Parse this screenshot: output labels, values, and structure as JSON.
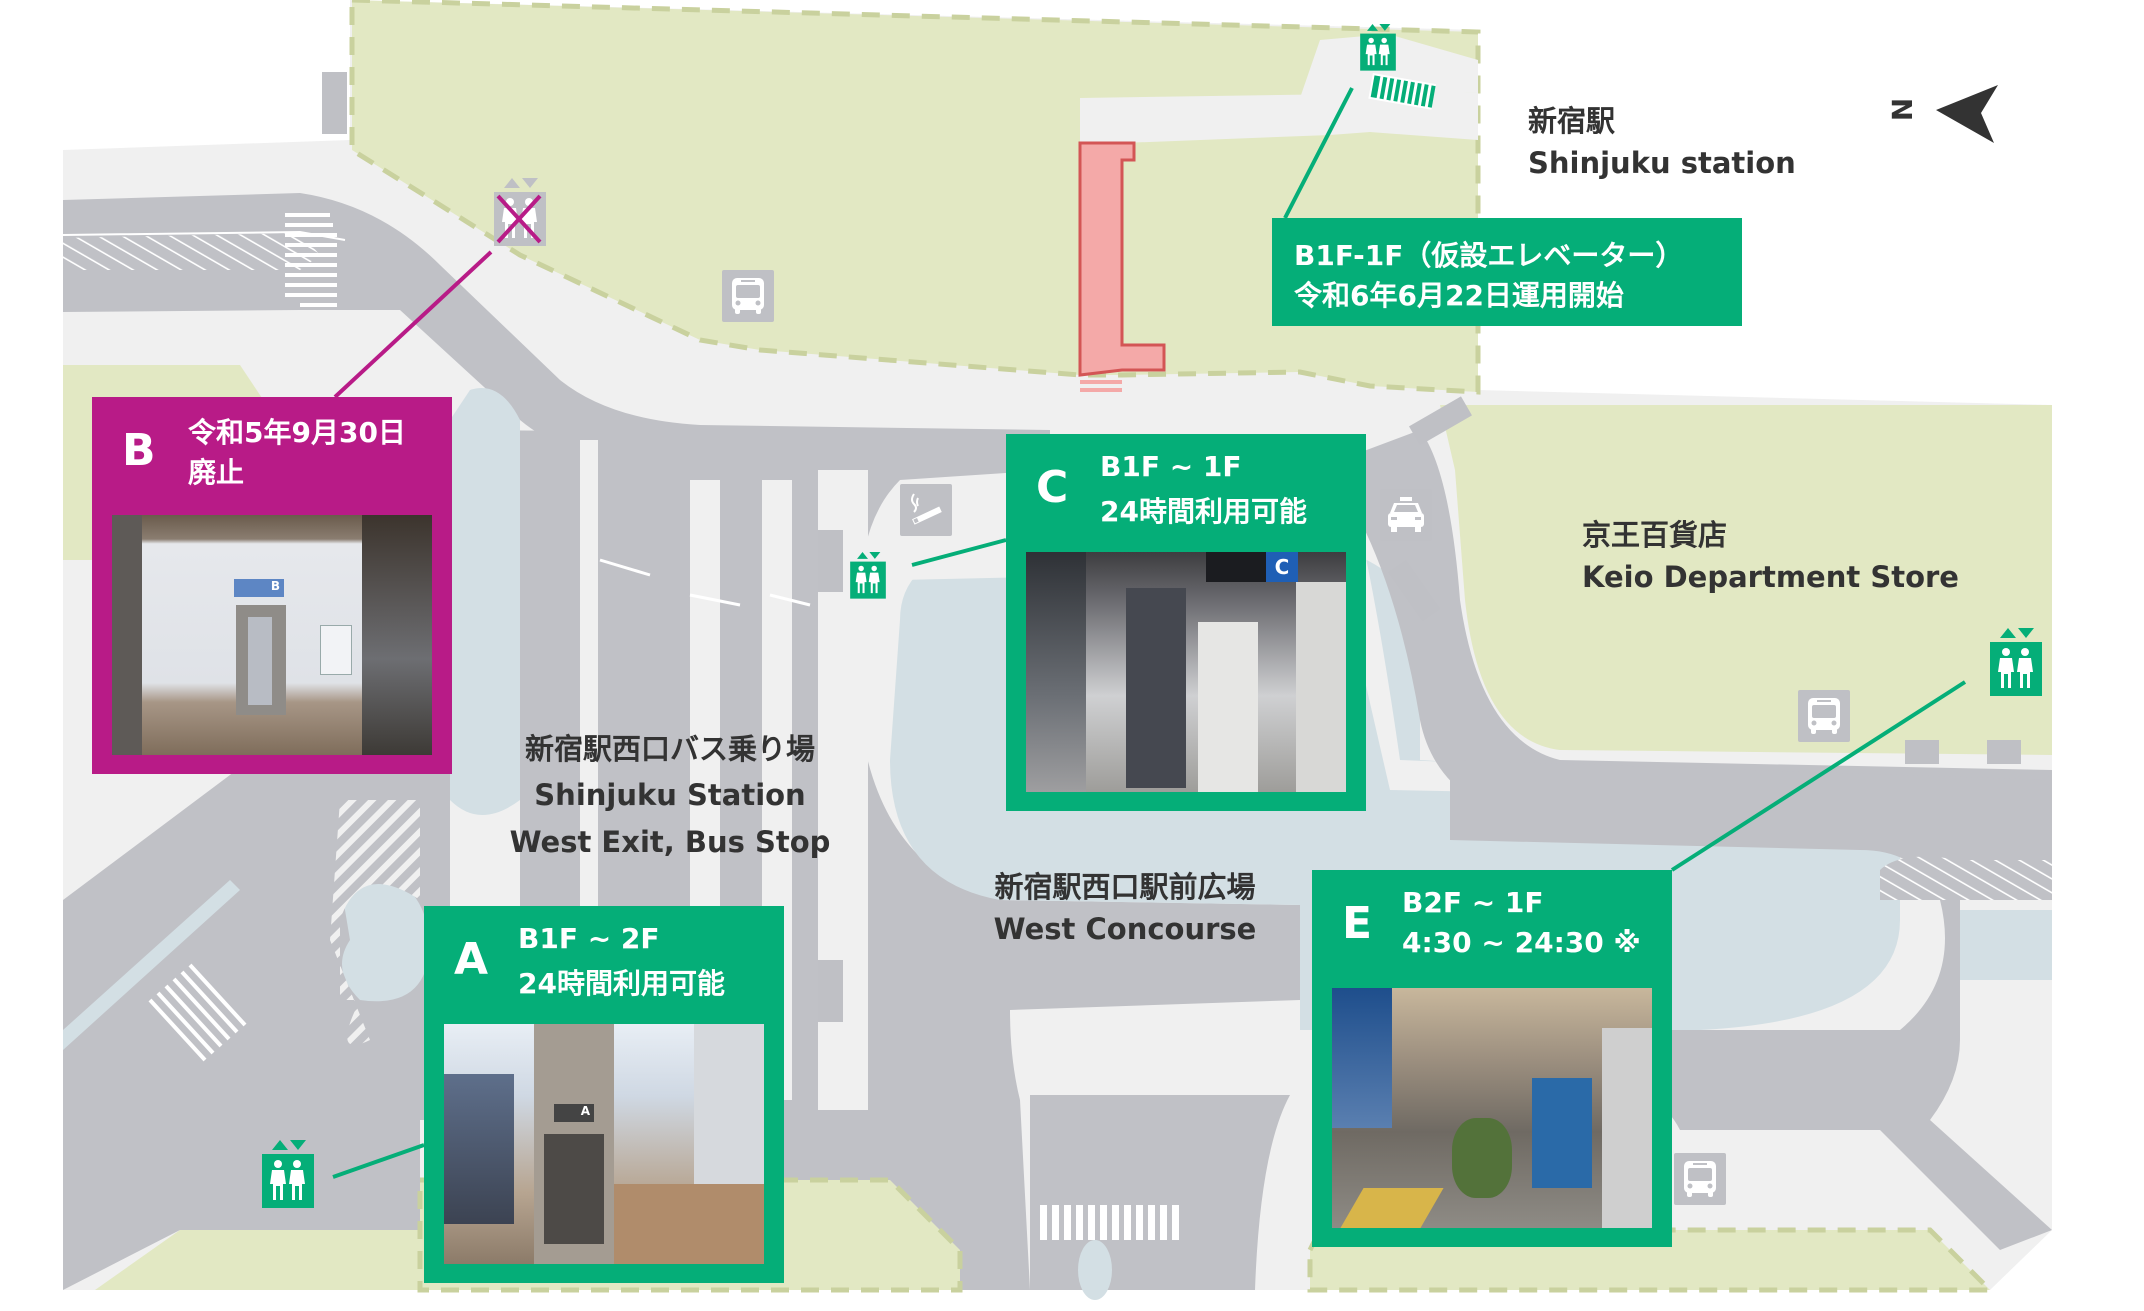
{
  "colors": {
    "green": "#05ae78",
    "magenta": "#b81b87",
    "park": "#e2e8c3",
    "road": "#c0c1c6",
    "sidewalk": "#f0f0f0",
    "plaza": "#d3dfe4",
    "icon_grey": "#bfc0c5",
    "closed_red": "#d35555",
    "closed_pink": "#f4a9a8",
    "text": "#333333"
  },
  "compass": {
    "letter": "N",
    "icon": "north-arrow-icon"
  },
  "places": {
    "station": {
      "ja": "新宿駅",
      "en": "Shinjuku station"
    },
    "bus_stop": {
      "ja": "新宿駅西口バス乗り場",
      "en1": "Shinjuku Station",
      "en2": "West Exit, Bus Stop"
    },
    "concourse": {
      "ja": "新宿駅西口駅前広場",
      "en": "West Concourse"
    },
    "keio": {
      "ja": "京王百貨店",
      "en": "Keio Department Store"
    }
  },
  "callouts": {
    "temp": {
      "line1": "B1F-1F（仮設エレベーター）",
      "line2": "令和6年6月22日運用開始"
    },
    "b": {
      "letter": "B",
      "line1": "令和5年9月30日",
      "line2": "廃止",
      "status": "closed"
    },
    "c": {
      "letter": "C",
      "line1": "B1F ~ 1F",
      "line2": "24時間利用可能"
    },
    "a": {
      "letter": "A",
      "line1": "B1F ~ 2F",
      "line2": "24時間利用可能"
    },
    "e": {
      "letter": "E",
      "line1": "B2F ~ 1F",
      "line2": "4:30 ~ 24:30 ※"
    }
  },
  "photos": {
    "b": {
      "sign": "B"
    },
    "c": {
      "sign": "C"
    },
    "a": {
      "sign": "A"
    }
  },
  "icons": {
    "elevator": "elevator-icon",
    "elevator_closed": "elevator-closed-icon",
    "bus": "bus-icon",
    "taxi": "taxi-icon",
    "smoking": "smoking-area-icon",
    "stairs": "stairs-icon"
  }
}
